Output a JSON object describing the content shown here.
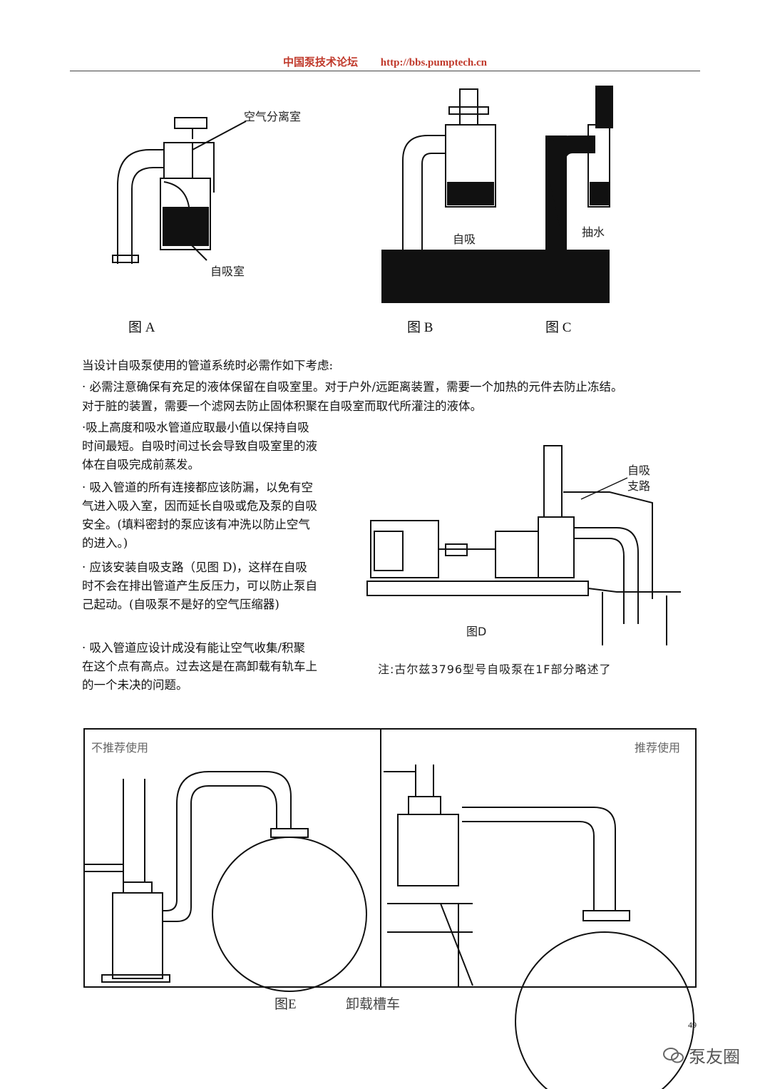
{
  "header": {
    "cn": "中国泵技术论坛",
    "url": "http://bbs.pumptech.cn"
  },
  "figures_top": {
    "a_label_air": "空气分离室",
    "a_label_chamber": "自吸室",
    "b_label": "自吸",
    "c_label": "抽水",
    "cap_a": "图 A",
    "cap_b": "图 B",
    "cap_c": "图 C"
  },
  "text": {
    "intro": "当设计自吸泵使用的管道系统时必需作如下考虑:",
    "p1": "· 必需注意确保有充足的液体保留在自吸室里。对于户外/远距离装置，需要一个加热的元件去防止冻结。",
    "p1b": "对于脏的装置，需要一个滤网去防止固体积聚在自吸室而取代所灌注的液体。",
    "p2": [
      "·吸上高度和吸水管道应取最小值以保持自吸",
      "时间最短。自吸时间过长会导致自吸室里的液",
      "体在自吸完成前蒸发。"
    ],
    "p3": [
      "· 吸入管道的所有连接都应该防漏，以免有空",
      "气进入吸入室，因而延长自吸或危及泵的自吸",
      "安全。(填料密封的泵应该有冲洗以防止空气",
      "的进入。)"
    ],
    "p4": [
      "· 应该安装自吸支路（见图  D)，这样在自吸",
      "时不会在排出管道产生反压力，可以防止泵自",
      "己起动。(自吸泵不是好的空气压缩器)"
    ],
    "p5": [
      "· 吸入管道应设计成没有能让空气收集/积聚",
      "在这个点有高点。过去这是在高卸载有轨车上",
      "的一个未决的问题。"
    ]
  },
  "figure_d": {
    "branch1": "自吸",
    "branch2": "支路",
    "cap": "图D",
    "note": "注:古尔兹3796型号自吸泵在1F部分略述了"
  },
  "figure_e": {
    "left": "不推荐使用",
    "right": "推荐使用",
    "cap": "图E",
    "cap2": "卸载槽车"
  },
  "footer": {
    "page": "49",
    "brand": "泵友圈"
  }
}
